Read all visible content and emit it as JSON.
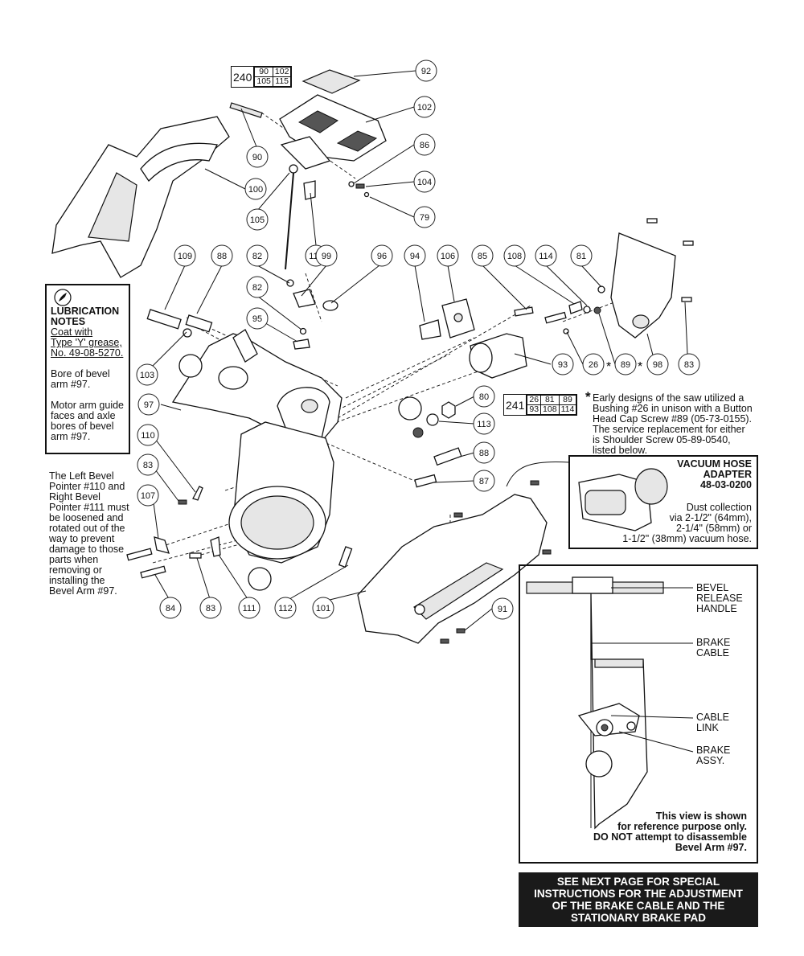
{
  "callouts": [
    {
      "label": "92"
    },
    {
      "label": "102"
    },
    {
      "label": "86"
    },
    {
      "label": "104"
    },
    {
      "label": "79"
    },
    {
      "label": "90"
    },
    {
      "label": "100"
    },
    {
      "label": "105"
    },
    {
      "label": "115"
    },
    {
      "label": "109"
    },
    {
      "label": "88"
    },
    {
      "label": "82"
    },
    {
      "label": "99"
    },
    {
      "label": "96"
    },
    {
      "label": "82"
    },
    {
      "label": "95"
    },
    {
      "label": "94"
    },
    {
      "label": "106"
    },
    {
      "label": "85"
    },
    {
      "label": "108"
    },
    {
      "label": "114"
    },
    {
      "label": "81"
    },
    {
      "label": "103"
    },
    {
      "label": "97"
    },
    {
      "label": "93"
    },
    {
      "label": "26"
    },
    {
      "label": "89"
    },
    {
      "label": "98"
    },
    {
      "label": "83"
    },
    {
      "label": "80"
    },
    {
      "label": "113"
    },
    {
      "label": "88"
    },
    {
      "label": "87"
    },
    {
      "label": "110"
    },
    {
      "label": "83"
    },
    {
      "label": "107"
    },
    {
      "label": "84"
    },
    {
      "label": "83"
    },
    {
      "label": "111"
    },
    {
      "label": "112"
    },
    {
      "label": "101"
    },
    {
      "label": "91"
    }
  ],
  "kit_240": {
    "number": "240",
    "cells": [
      "90",
      "102",
      "105",
      "115"
    ]
  },
  "kit_241": {
    "number": "241",
    "cells": [
      "26",
      "81",
      "89",
      "93",
      "108",
      "114"
    ]
  },
  "asterisks": {
    "a26": "*",
    "a89": "*"
  },
  "lubrication": {
    "title_line1": "LUBRICATION",
    "title_line2": "NOTES",
    "coat_lines": [
      "Coat with",
      "Type 'Y' grease,",
      "No. 49-08-5270."
    ],
    "bore_lines": [
      "Bore of bevel",
      "arm #97."
    ],
    "motor_lines": [
      "Motor arm guide",
      "faces and axle",
      "bores of bevel",
      "arm #97."
    ]
  },
  "bevel_pointer_note": [
    "The Left Bevel",
    "Pointer #110 and",
    "Right Bevel",
    "Pointer #111 must",
    "be loosened and",
    "rotated out of the",
    "way to prevent",
    "damage to those",
    "parts when",
    "removing or",
    "installing the",
    "Bevel Arm #97."
  ],
  "early_design_note": {
    "star": "*",
    "lines": [
      "Early designs of the saw utilized a",
      "Bushing #26 in unison with a Button",
      "Head Cap Screw #89 (05-73-0155).",
      "The service replacement for either",
      "is Shoulder Screw 05-89-0540,",
      "listed below."
    ]
  },
  "vacuum_adapter": {
    "title_lines": [
      "VACUUM HOSE",
      "ADAPTER",
      "48-03-0200"
    ],
    "desc_lines": [
      "Dust collection",
      "via 2-1/2\" (64mm),",
      "2-1/4\" (58mm) or",
      "1-1/2\" (38mm) vacuum hose."
    ]
  },
  "reference_view": {
    "labels": {
      "bevel_release": [
        "BEVEL",
        "RELEASE",
        "HANDLE"
      ],
      "brake_cable": [
        "BRAKE",
        "CABLE"
      ],
      "cable_link": [
        "CABLE",
        "LINK"
      ],
      "brake_assy": [
        "BRAKE",
        "ASSY."
      ]
    },
    "note_lines": [
      "This view is shown",
      "for reference purpose only.",
      "DO NOT attempt to disassemble",
      "Bevel Arm #97."
    ]
  },
  "see_next_page": [
    "SEE NEXT PAGE FOR SPECIAL",
    "INSTRUCTIONS FOR THE ADJUSTMENT",
    "OF THE BRAKE CABLE AND THE",
    "STATIONARY BRAKE PAD"
  ]
}
